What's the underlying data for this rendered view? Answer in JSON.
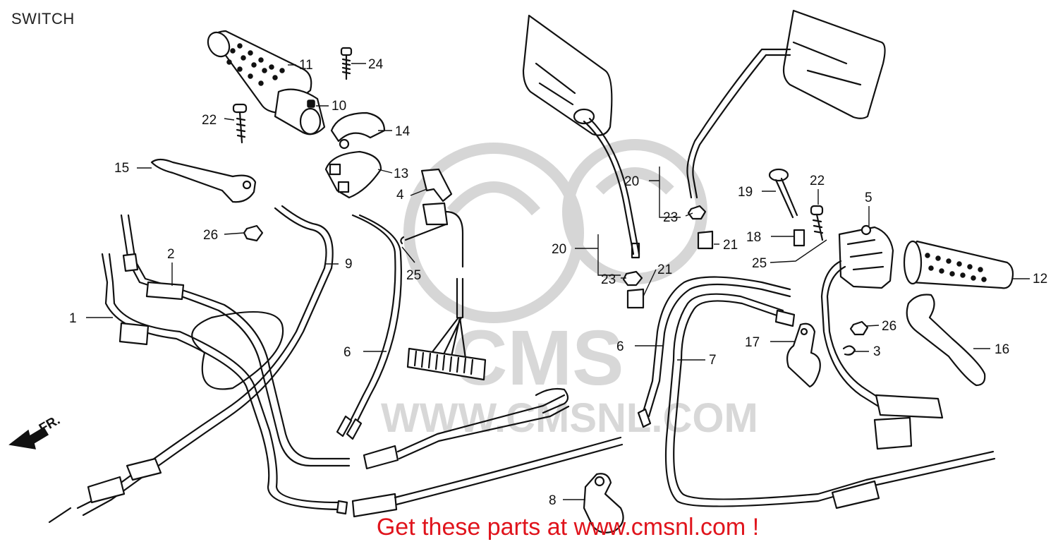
{
  "page_title": "SWITCH",
  "footer_text": "Get these parts at www.cmsnl.com !",
  "watermark": {
    "logo_text": "CMS",
    "url_text": "WWW.CMSNL.COM"
  },
  "direction_marker": "FR.",
  "callouts": {
    "c1": "1",
    "c2": "2",
    "c3": "3",
    "c4": "4",
    "c5": "5",
    "c6a": "6",
    "c6b": "6",
    "c7": "7",
    "c8": "8",
    "c9": "9",
    "c10": "10",
    "c11": "11",
    "c12": "12",
    "c13": "13",
    "c14": "14",
    "c15": "15",
    "c16": "16",
    "c17": "17",
    "c18": "18",
    "c19": "19",
    "c20a": "20",
    "c20b": "20",
    "c21a": "21",
    "c21b": "21",
    "c22a": "22",
    "c22b": "22",
    "c23a": "23",
    "c23b": "23",
    "c24": "24",
    "c25a": "25",
    "c25b": "25",
    "c26a": "26",
    "c26b": "26"
  },
  "colors": {
    "line": "#111111",
    "watermark": "#d6d6d6",
    "promo": "#e0141c"
  }
}
